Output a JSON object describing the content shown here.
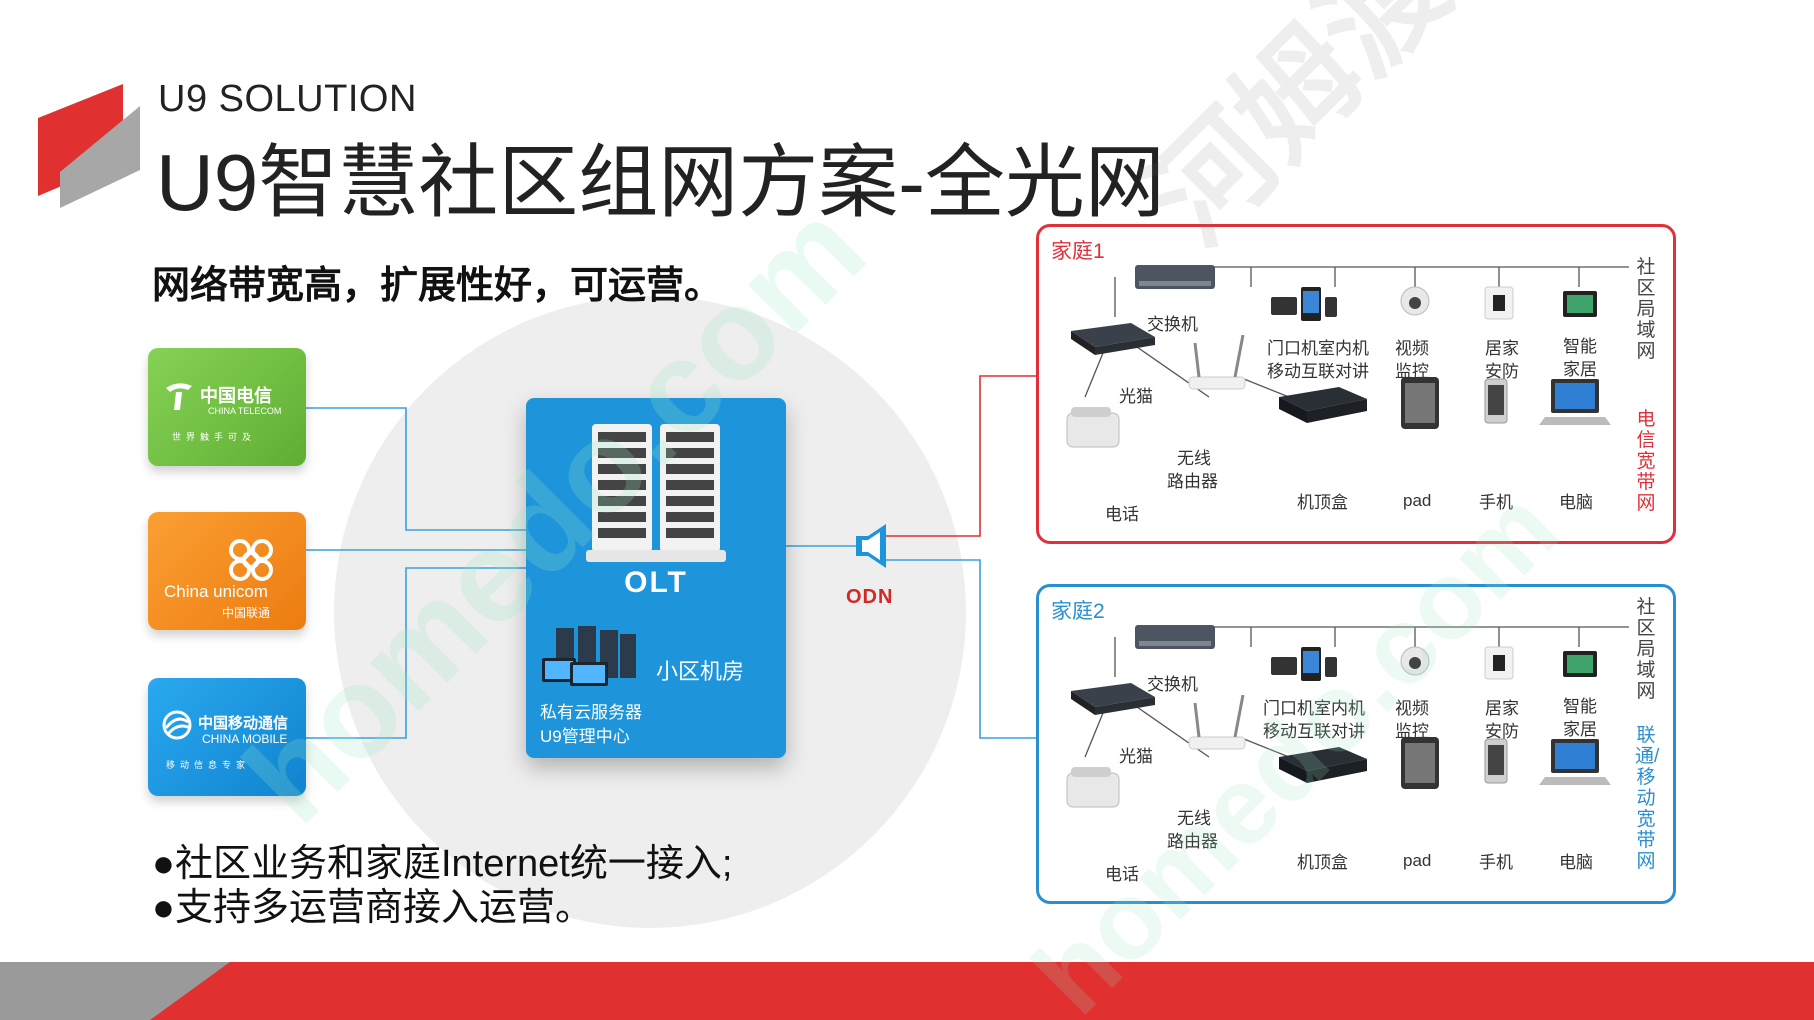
{
  "header": {
    "eyebrow": "U9 SOLUTION",
    "title": "U9智慧社区组网方案-全光网",
    "subtitle": "网络带宽高，扩展性好，可运营。"
  },
  "bullets": [
    "●社区业务和家庭Internet统一接入;",
    "●支持多运营商接入运营。"
  ],
  "isps": [
    {
      "name": "中国电信",
      "en": "CHINA TELECOM",
      "tag": "世界触手可及",
      "color": "#6cbe3f"
    },
    {
      "name": "中国联通",
      "en": "China unicom",
      "tag": "",
      "color": "#f28a1c"
    },
    {
      "name": "中国移动通信",
      "en": "CHINA MOBILE",
      "tag": "移动信息专家",
      "color": "#1b9be0"
    }
  ],
  "core": {
    "olt_label": "OLT",
    "room_label": "小区机房",
    "cloud_line1": "私有云服务器",
    "cloud_line2": "U9管理中心",
    "odn_label": "ODN",
    "color": "#1e95db"
  },
  "homes": [
    {
      "title": "家庭1",
      "border_color": "#e0303a",
      "lan_label": "社区局域网",
      "bb_label": "电信宽带网",
      "devices": {
        "switch": "交换机",
        "doorbell_l1": "门口机室内机",
        "doorbell_l2": "移动互联对讲",
        "video_l1": "视频",
        "video_l2": "监控",
        "security_l1": "居家",
        "security_l2": "安防",
        "smart_l1": "智能",
        "smart_l2": "家居",
        "modem": "光猫",
        "router_l1": "无线",
        "router_l2": "路由器",
        "phone": "电话",
        "stb": "机顶盒",
        "pad": "pad",
        "mobile": "手机",
        "pc": "电脑"
      }
    },
    {
      "title": "家庭2",
      "border_color": "#2a8fd0",
      "lan_label": "社区局域网",
      "bb_label": "联通/移动宽带网",
      "devices": {
        "switch": "交换机",
        "doorbell_l1": "门口机室内机",
        "doorbell_l2": "移动互联对讲",
        "video_l1": "视频",
        "video_l2": "监控",
        "security_l1": "居家",
        "security_l2": "安防",
        "smart_l1": "智能",
        "smart_l2": "家居",
        "modem": "光猫",
        "router_l1": "无线",
        "router_l2": "路由器",
        "phone": "电话",
        "stb": "机顶盒",
        "pad": "pad",
        "mobile": "手机",
        "pc": "电脑"
      }
    }
  ],
  "watermark": {
    "text1": "homedo.com",
    "text2": "河姆渡"
  },
  "colors": {
    "accent_red": "#e03030",
    "accent_gray": "#9a9a9a",
    "line_blue": "#2a8fd0"
  }
}
